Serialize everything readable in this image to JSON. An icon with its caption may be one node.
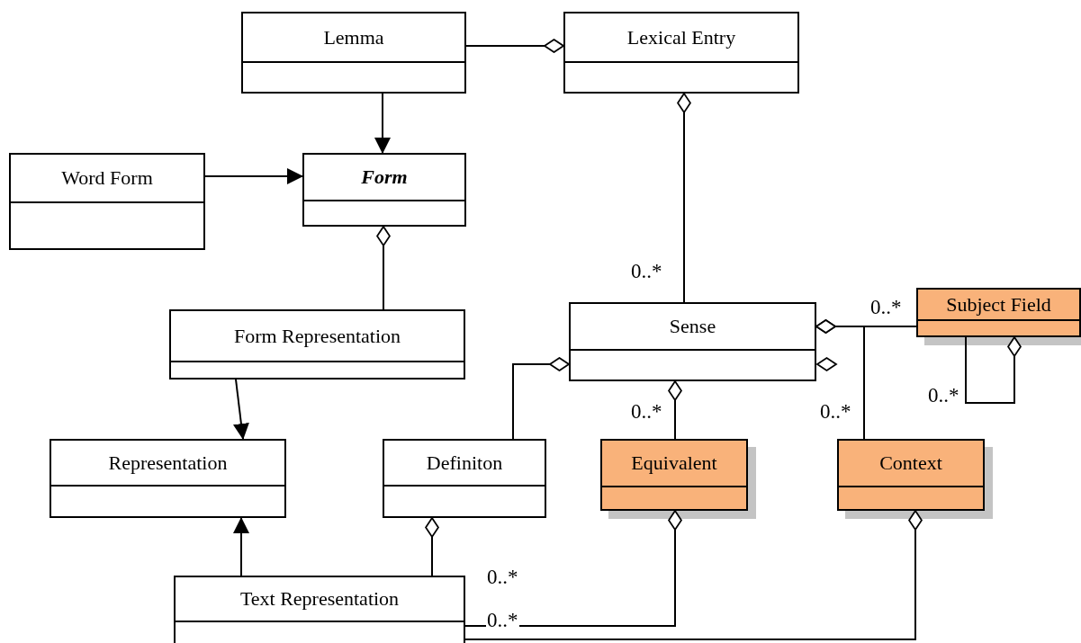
{
  "diagram": {
    "nodes": [
      {
        "text": [
          "Lemma"
        ]
      },
      {
        "text": [
          "Lexical Entry"
        ]
      },
      {
        "text": [
          "Word Form"
        ]
      },
      {
        "text": [
          "Form"
        ]
      },
      {
        "text": [
          "Form Representation"
        ]
      },
      {
        "text": [
          "Sense"
        ]
      },
      {
        "text": [
          "Subject Field"
        ]
      },
      {
        "text": [
          "Representation"
        ]
      },
      {
        "text": [
          "Definiton"
        ]
      },
      {
        "text": [
          "Equivalent"
        ]
      },
      {
        "text": [
          "Context"
        ]
      },
      {
        "text": [
          "Text Representation"
        ]
      }
    ],
    "edges": [
      {
        "from": 1,
        "to": 0,
        "arrow": "other"
      },
      {
        "from": 0,
        "to": 3,
        "arrow": "to"
      },
      {
        "from": 2,
        "to": 3,
        "arrow": "to"
      },
      {
        "from": 1,
        "to": 5,
        "arrow": "other",
        "label": "0..*"
      },
      {
        "from": 3,
        "to": 4,
        "arrow": "other"
      },
      {
        "from": 4,
        "to": 7,
        "arrow": "to"
      },
      {
        "from": 5,
        "to": 8,
        "arrow": "other"
      },
      {
        "from": 5,
        "to": 9,
        "arrow": "other",
        "label": "0..*"
      },
      {
        "from": 5,
        "to": 6,
        "arrow": "other",
        "label": "0..*"
      },
      {
        "from": 5,
        "to": 10,
        "arrow": "other",
        "label": "0..*"
      },
      {
        "from": 6,
        "to": 6,
        "arrow": "other",
        "label": "0..*"
      },
      {
        "from": 11,
        "to": 7,
        "arrow": "to"
      },
      {
        "from": 8,
        "to": 11,
        "arrow": "other"
      },
      {
        "from": 9,
        "to": 11,
        "arrow": "other",
        "label": "0..*"
      },
      {
        "from": 10,
        "to": 11,
        "arrow": "other",
        "label": "0..*"
      }
    ]
  }
}
